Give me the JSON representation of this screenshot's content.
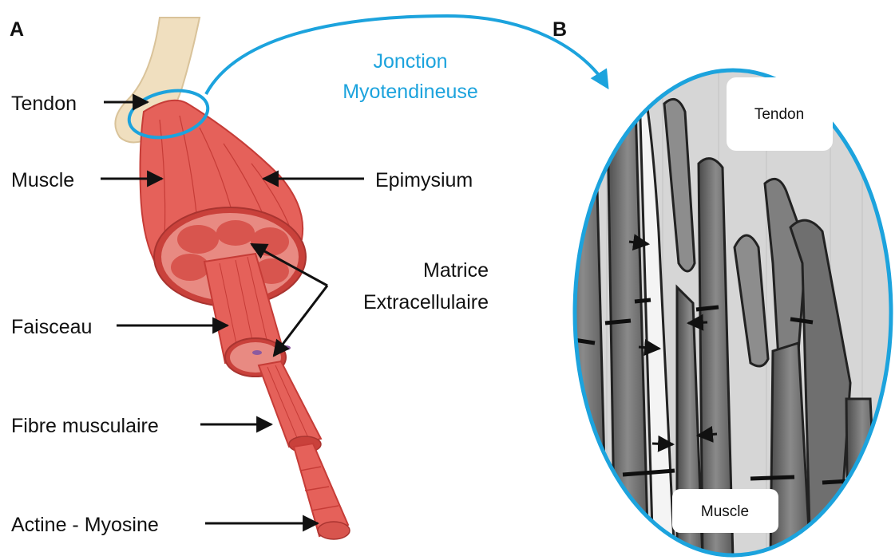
{
  "panel_a": {
    "letter": "A"
  },
  "panel_b": {
    "letter": "B"
  },
  "labels": {
    "tendon": "Tendon",
    "muscle": "Muscle",
    "epimysium": "Epimysium",
    "matrice_line1": "Matrice",
    "matrice_line2": "Extracellulaire",
    "faisceau": "Faisceau",
    "fibre": "Fibre musculaire",
    "actine": "Actine - Myosine"
  },
  "junction": {
    "line1": "Jonction",
    "line2": "Myotendineuse"
  },
  "micrograph": {
    "tendon_label": "Tendon",
    "muscle_label": "Muscle"
  },
  "colors": {
    "accent_blue": "#1ca3dd",
    "muscle_red": "#e5615a",
    "muscle_dark": "#c63c37",
    "tendon_beige": "#f0dfbf",
    "arrow": "#111111"
  }
}
